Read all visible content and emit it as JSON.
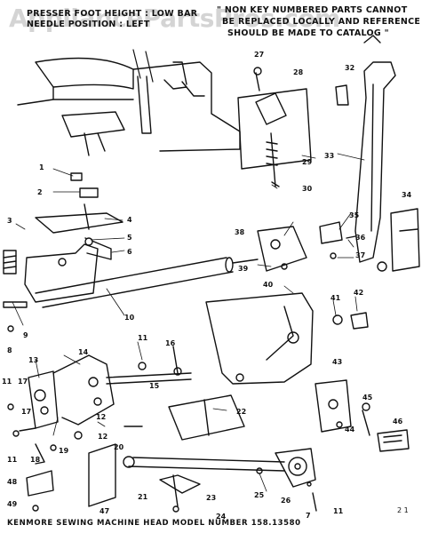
{
  "header": {
    "left_line1": "PRESSER FOOT HEIGHT : LOW BAR",
    "left_line2": "NEEDLE POSITION : LEFT",
    "right_line1": "\" NON KEY NUMBERED PARTS CANNOT",
    "right_line2": "BE REPLACED LOCALLY AND REFERENCE",
    "right_line3": "SHOULD BE MADE TO CATALOG \""
  },
  "watermark": "AppliancePartsPros.com",
  "footer": {
    "text": "KENMORE SEWING MACHINE HEAD MODEL NUMBER 158.13580",
    "page_mark": "2 1"
  },
  "callouts": [
    "1",
    "2",
    "3",
    "4",
    "5",
    "6",
    "7",
    "8",
    "9",
    "10",
    "11",
    "11",
    "11",
    "11",
    "12",
    "12",
    "13",
    "14",
    "15",
    "16",
    "17",
    "17",
    "18",
    "19",
    "20",
    "21",
    "22",
    "23",
    "24",
    "25",
    "26",
    "27",
    "28",
    "29",
    "30",
    "32",
    "33",
    "34",
    "35",
    "36",
    "37",
    "38",
    "39",
    "40",
    "41",
    "42",
    "43",
    "44",
    "45",
    "46",
    "47",
    "48",
    "49"
  ],
  "colors": {
    "ink": "#111111",
    "paper": "#ffffff"
  }
}
